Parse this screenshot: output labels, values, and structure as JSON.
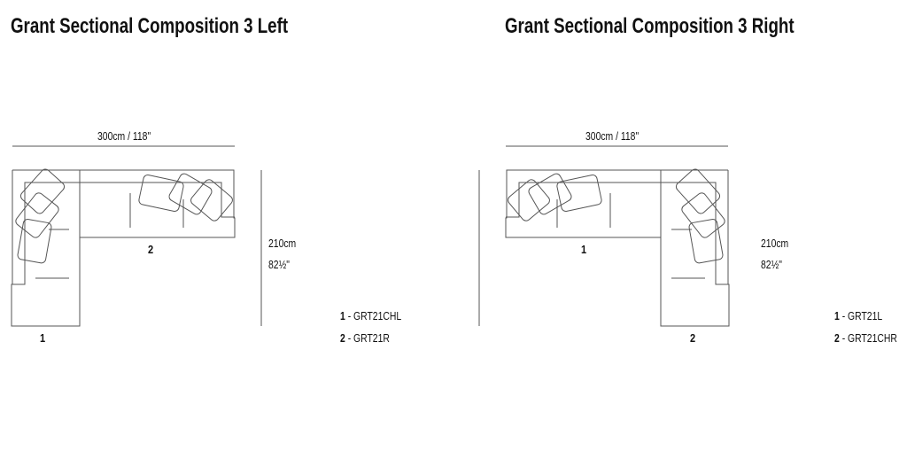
{
  "compositions": [
    {
      "title": "Grant Sectional Composition 3 Left",
      "width_label": "300cm / 118\"",
      "depth_cm": "210cm",
      "depth_in": "82½\"",
      "piece_numbers": [
        "1",
        "2"
      ],
      "legend": [
        {
          "num": "1",
          "code": "- GRT21CHL"
        },
        {
          "num": "2",
          "code": "- GRT21R"
        }
      ]
    },
    {
      "title": "Grant Sectional Composition 3 Right",
      "width_label": "300cm / 118\"",
      "depth_cm": "210cm",
      "depth_in": "82½\"",
      "piece_numbers": [
        "1",
        "2"
      ],
      "legend": [
        {
          "num": "1",
          "code": "- GRT21L"
        },
        {
          "num": "2",
          "code": "- GRT21CHR"
        }
      ]
    }
  ]
}
